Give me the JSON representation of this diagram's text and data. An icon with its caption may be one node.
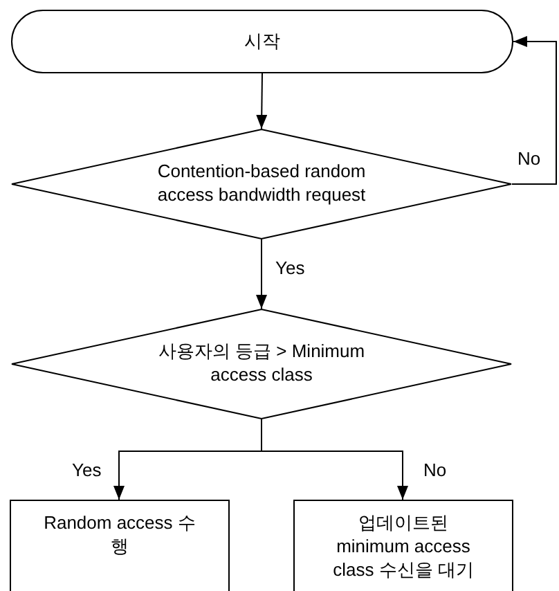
{
  "diagram": {
    "nodes": [
      {
        "text": [
          "시작"
        ]
      },
      {
        "text": [
          "Contention-based random access bandwidth request"
        ]
      },
      {
        "text": [
          "사용자의 등급 > Minimum access class"
        ]
      },
      {
        "text": [
          "Random access 수행"
        ]
      },
      {
        "text": [
          "업데이트된 minimum access class 수신을 대기"
        ]
      }
    ],
    "edges": [
      {
        "from": 0,
        "to": 1,
        "arrow": "to"
      },
      {
        "from": 1,
        "to": 2,
        "arrow": "to",
        "label": "Yes"
      },
      {
        "from": 2,
        "to": 3,
        "arrow": "to",
        "label": "Yes"
      },
      {
        "from": 2,
        "to": 4,
        "arrow": "to",
        "label": "No"
      },
      {
        "from": 1,
        "to": 0,
        "arrow": "to",
        "label": "No"
      }
    ]
  }
}
